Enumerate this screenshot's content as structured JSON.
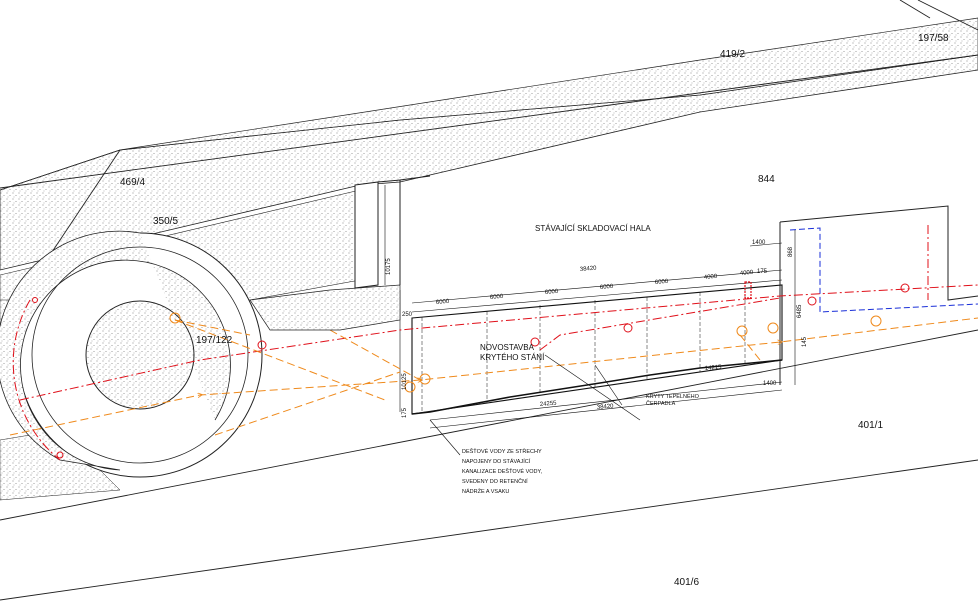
{
  "parcels": {
    "p419_2": "419/2",
    "p197_58": "197/58",
    "p469_4": "469/4",
    "p350_5": "350/5",
    "p844": "844",
    "p197_122": "197/122",
    "p401_1": "401/1",
    "p401_6": "401/6"
  },
  "labels": {
    "hall": "STÁVAJÍCÍ SKLADOVACÍ HALA",
    "new_line1": "NOVOSTAVBA",
    "new_line2": "KRYTÉHO STÁNÍ",
    "pump_line1": "KRYTY TEPELNÉHO",
    "pump_line2": "ČERPADLA",
    "rain": [
      "DEŠŤOVÉ VODY ZE STŘECHY",
      "NAPOJENY DO STÁVAJÍCÍ",
      "KANALIZACE DEŠŤOVÉ VODY,",
      "SVEDENY DO RETENČNÍ",
      "NÁDRŽE A VSAKU"
    ]
  },
  "dims": {
    "d38420": "38420",
    "d1400a": "1400",
    "d1400b": "1400",
    "d6000": "6000",
    "d4000": "4000",
    "d175": "175",
    "d250": "250",
    "d24255": "24255",
    "d38420b": "38420",
    "d14215": "14215",
    "d10175": "10175",
    "d10125": "10125",
    "d175b": "175",
    "d868": "868",
    "d6485": "6485",
    "d145": "145"
  },
  "colors": {
    "red": "#e0101a",
    "orange": "#ef8a1c",
    "blue": "#1a2fd8",
    "hatch": "#9a9a9a"
  }
}
